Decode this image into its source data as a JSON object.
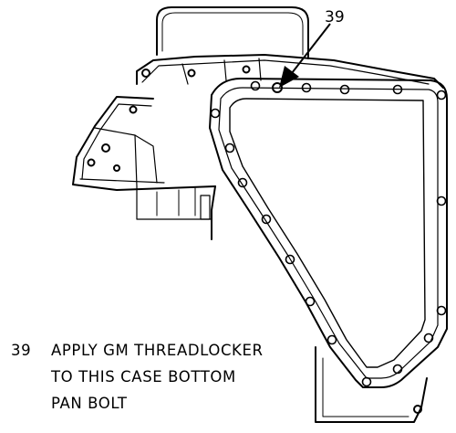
{
  "figure": {
    "callout_number": "39",
    "caption": {
      "number": "39",
      "lines": [
        "APPLY GM THREADLOCKER",
        "TO THIS CASE BOTTOM",
        "PAN BOLT"
      ]
    }
  }
}
